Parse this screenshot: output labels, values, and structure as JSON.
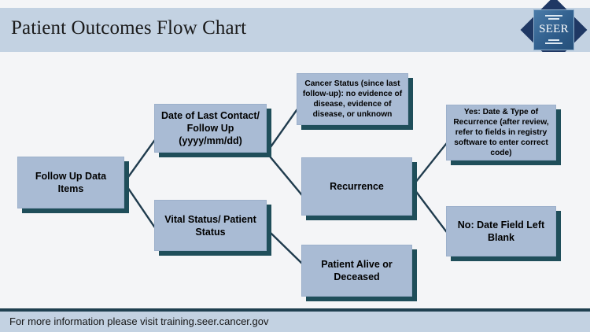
{
  "header": {
    "title": "Patient Outcomes Flow Chart",
    "logo_text": "SEER",
    "bar_color": "#c3d2e2"
  },
  "footer": {
    "text": "For more information please visit training.seer.cancer.gov",
    "bar_color": "#c3d2e2",
    "rule_color": "#1f4050"
  },
  "theme": {
    "node_fill": "#a9bbd4",
    "node_shadow": "#1f4e5a",
    "connector_color": "#1f3b4d",
    "canvas_background": "#f4f5f7"
  },
  "flowchart": {
    "nodes": [
      {
        "id": "follow-up-data-items",
        "label": "Follow Up Data Items"
      },
      {
        "id": "date-of-last-contact",
        "label": "Date of Last Contact/ Follow Up (yyyy/mm/dd)"
      },
      {
        "id": "cancer-status",
        "label": "Cancer Status (since last follow-up): no evidence of disease, evidence of disease, or unknown"
      },
      {
        "id": "recurrence",
        "label": "Recurrence"
      },
      {
        "id": "recurrence-yes",
        "label": "Yes: Date  & Type of Recurrence (after review, refer to fields in registry software to enter correct code)"
      },
      {
        "id": "recurrence-no",
        "label": "No: Date Field Left Blank"
      },
      {
        "id": "vital-status",
        "label": "Vital Status/ Patient Status"
      },
      {
        "id": "patient-alive-or-deceased",
        "label": "Patient Alive or Deceased"
      }
    ],
    "edges": [
      {
        "from": "follow-up-data-items",
        "to": "date-of-last-contact"
      },
      {
        "from": "follow-up-data-items",
        "to": "vital-status"
      },
      {
        "from": "date-of-last-contact",
        "to": "cancer-status"
      },
      {
        "from": "date-of-last-contact",
        "to": "recurrence"
      },
      {
        "from": "recurrence",
        "to": "recurrence-yes"
      },
      {
        "from": "recurrence",
        "to": "recurrence-no"
      },
      {
        "from": "vital-status",
        "to": "patient-alive-or-deceased"
      }
    ]
  }
}
